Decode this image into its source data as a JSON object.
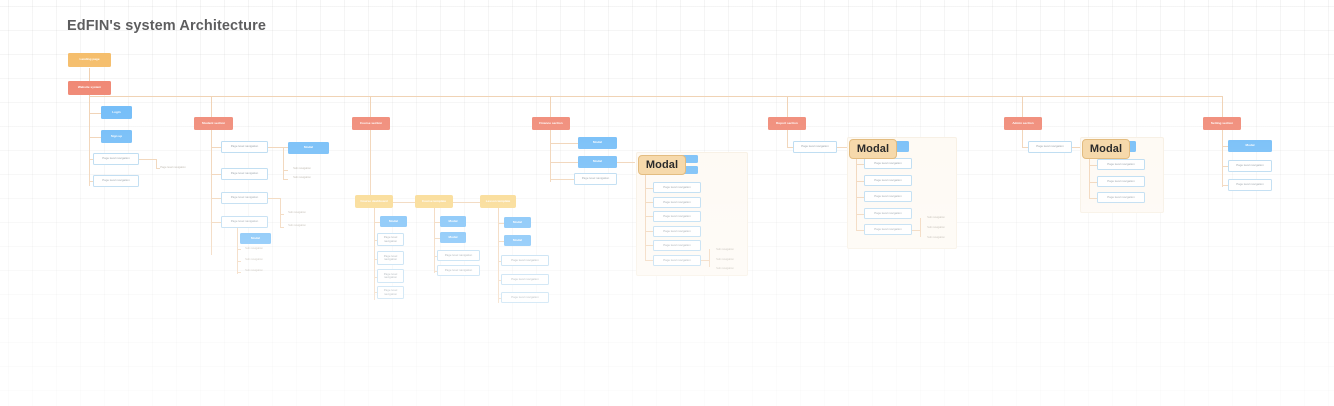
{
  "page": {
    "title": "EdFIN's system Architecture",
    "background": "#ffffff",
    "grid": "cross-hatch"
  },
  "colors": {
    "orange": "#f0a028",
    "red": "#e8492b",
    "blue": "#2196f3",
    "light_blue_border": "#8fc4e8",
    "yellow": "#f5c043",
    "connector": "#e8b98a",
    "modal_panel_bg": "#fdf6ec",
    "modal_badge_bg": "#f6d9ab",
    "title_color": "#1d1d1f"
  },
  "root": {
    "entry_label": "Landing page",
    "second_label": "Website system"
  },
  "modal_label": "Modal",
  "columns": [
    {
      "id": "col-1",
      "header": null,
      "nodes": [
        {
          "label": "Login",
          "type": "blue"
        },
        {
          "label": "Sign up",
          "type": "blue"
        },
        {
          "label": "Page level navigation",
          "type": "light-blue"
        },
        {
          "label": "Page level navigation",
          "type": "light-blue"
        }
      ],
      "side_labels": [
        "Page level navigation"
      ]
    },
    {
      "id": "col-2",
      "header": "Student section",
      "nodes": [
        {
          "label": "Page level navigation",
          "type": "light-blue"
        },
        {
          "label": "Page level navigation",
          "type": "light-blue"
        },
        {
          "label": "Page level navigation",
          "type": "light-blue"
        },
        {
          "label": "Page level navigation",
          "type": "light-blue"
        }
      ],
      "branch_primary": {
        "label": "Modal",
        "type": "blue"
      },
      "branch_primary_labels": [
        "Sub navigation",
        "Sub navigation"
      ],
      "branch_mid_labels": [
        "Sub navigation",
        "Sub navigation"
      ],
      "branch_secondary": {
        "label": "Modal",
        "type": "blue"
      },
      "branch_secondary_labels": [
        "Sub navigation",
        "Sub navigation",
        "Sub navigation"
      ]
    },
    {
      "id": "col-3",
      "header": "Course section",
      "groups": [
        {
          "title": "Course dashboard",
          "nodes": [
            {
              "label": "Modal",
              "type": "blue"
            },
            {
              "label": "Page level navigation",
              "type": "light-blue"
            },
            {
              "label": "Page level navigation",
              "type": "light-blue"
            },
            {
              "label": "Page level navigation",
              "type": "light-blue"
            },
            {
              "label": "Page level navigation",
              "type": "light-blue"
            }
          ]
        },
        {
          "title": "Course template",
          "nodes": [
            {
              "label": "Modal",
              "type": "blue"
            },
            {
              "label": "Modal",
              "type": "blue"
            },
            {
              "label": "Page level navigation",
              "type": "light-blue"
            },
            {
              "label": "Page level navigation",
              "type": "light-blue"
            }
          ]
        },
        {
          "title": "Lesson template",
          "nodes": [
            {
              "label": "Modal",
              "type": "blue"
            },
            {
              "label": "Modal",
              "type": "blue"
            },
            {
              "label": "Page level navigation",
              "type": "light-blue"
            },
            {
              "label": "Page level navigation",
              "type": "light-blue"
            },
            {
              "label": "Page level navigation",
              "type": "light-blue"
            }
          ]
        }
      ]
    },
    {
      "id": "col-4",
      "header": "Finance section",
      "nodes": [
        {
          "label": "Modal",
          "type": "blue"
        },
        {
          "label": "Modal",
          "type": "blue"
        },
        {
          "label": "Page level navigation",
          "type": "light-blue"
        }
      ],
      "modal_group": {
        "label": "Modal",
        "bars": 2,
        "items": [
          "Page level navigation",
          "Page level navigation",
          "Page level navigation",
          "Page level navigation",
          "Page level navigation",
          "Page level navigation"
        ],
        "sub_labels": [
          "Sub navigation",
          "Sub navigation",
          "Sub navigation"
        ]
      }
    },
    {
      "id": "col-5",
      "header": "Report section",
      "nodes": [
        {
          "label": "Page level navigation",
          "type": "light-blue"
        }
      ],
      "modal_group": {
        "label": "Modal",
        "bars": 1,
        "items": [
          "Page level navigation",
          "Page level navigation",
          "Page level navigation",
          "Page level navigation",
          "Page level navigation"
        ],
        "sub_labels": [
          "Sub navigation",
          "Sub navigation",
          "Sub navigation"
        ]
      }
    },
    {
      "id": "col-6",
      "header": "Admin section",
      "nodes": [
        {
          "label": "Page level navigation",
          "type": "light-blue"
        }
      ],
      "modal_group": {
        "label": "Modal",
        "bars": 1,
        "items": [
          "Page level navigation",
          "Page level navigation",
          "Page level navigation"
        ],
        "sub_labels": []
      }
    },
    {
      "id": "col-7",
      "header": "Setting section",
      "nodes": [
        {
          "label": "Modal",
          "type": "blue"
        },
        {
          "label": "Page level navigation",
          "type": "light-blue"
        },
        {
          "label": "Page level navigation",
          "type": "light-blue"
        }
      ]
    }
  ]
}
